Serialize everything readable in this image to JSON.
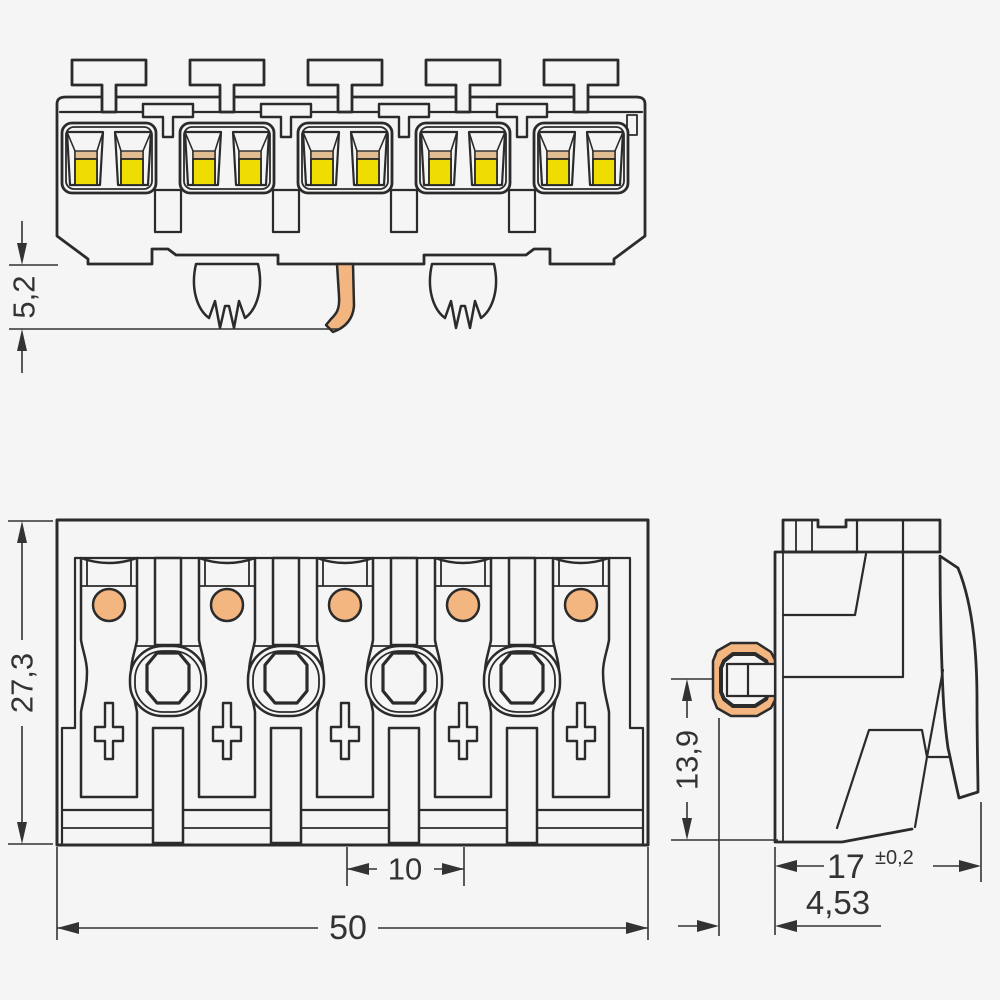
{
  "dimensions": {
    "snap_foot_height": "5,2",
    "front_height": "27,3",
    "pole_pitch": "10",
    "total_width": "50",
    "side_mount_height": "13,9",
    "depth": "17",
    "depth_tolerance": "±0,2",
    "mount_offset": "4,53"
  },
  "colors": {
    "line": "#2b2b2b",
    "dim_line": "#333333",
    "background": "#f5f5f5",
    "clamp_yellow": "#efdc00",
    "copper_orange": "#f4b680",
    "copper_stripe": "#e3bd92"
  }
}
